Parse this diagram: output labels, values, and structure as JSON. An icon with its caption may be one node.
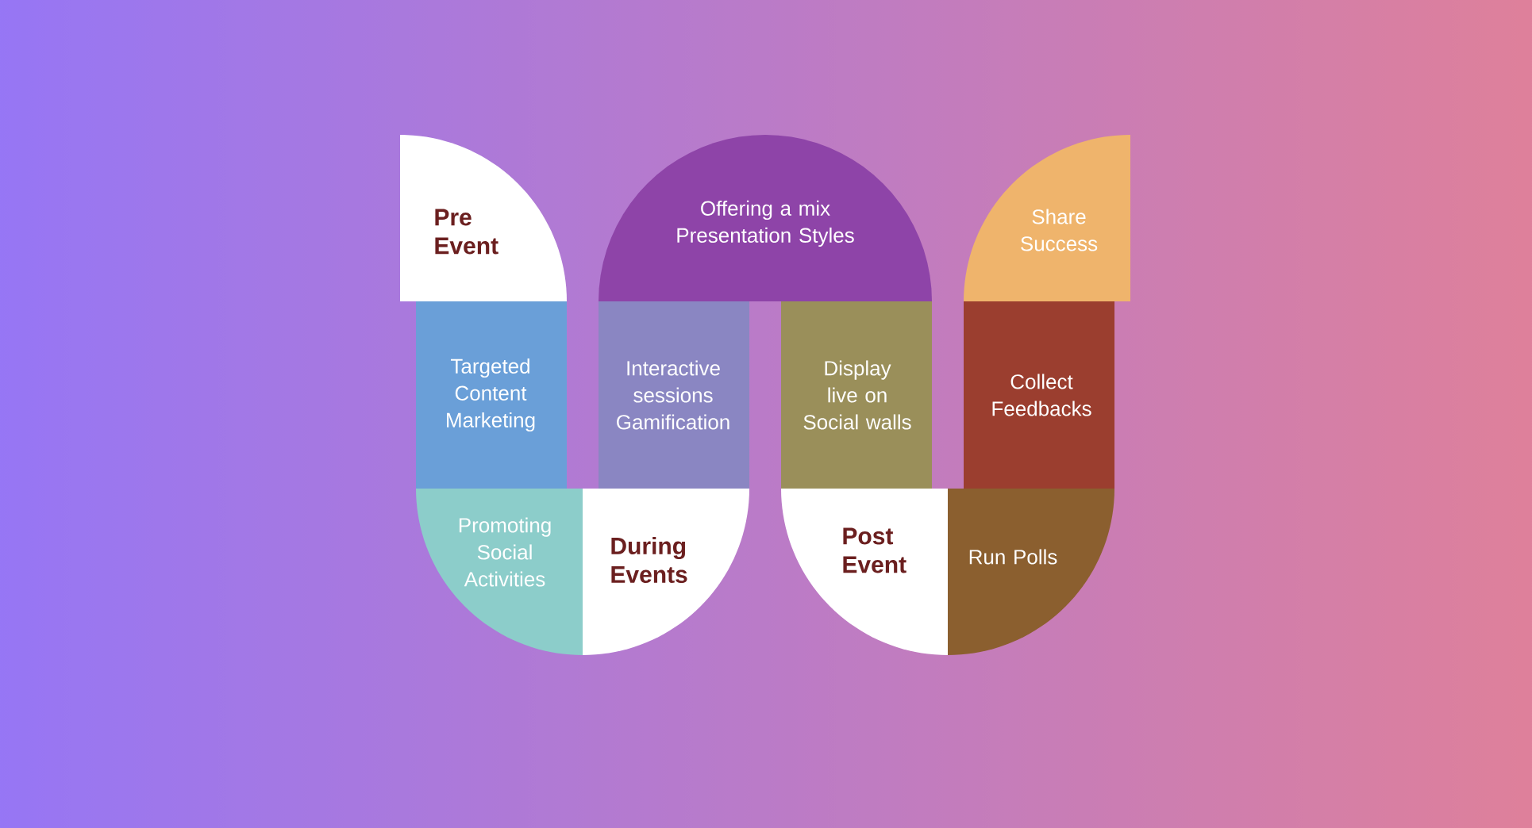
{
  "diagram": {
    "nodes": [
      {
        "text": [
          "Pre Event"
        ]
      },
      {
        "text": [
          "Offering a mix Presentation Styles"
        ]
      },
      {
        "text": [
          "Share Success"
        ]
      },
      {
        "text": [
          "Targeted Content Marketing"
        ]
      },
      {
        "text": [
          "Interactive sessions Gamification"
        ]
      },
      {
        "text": [
          "Display live on Social walls"
        ]
      },
      {
        "text": [
          "Collect Feedbacks"
        ]
      },
      {
        "text": [
          "Promoting Social Activities"
        ]
      },
      {
        "text": [
          "During Events"
        ]
      },
      {
        "text": [
          "Post Event"
        ]
      },
      {
        "text": [
          "Run Polls"
        ]
      }
    ]
  }
}
